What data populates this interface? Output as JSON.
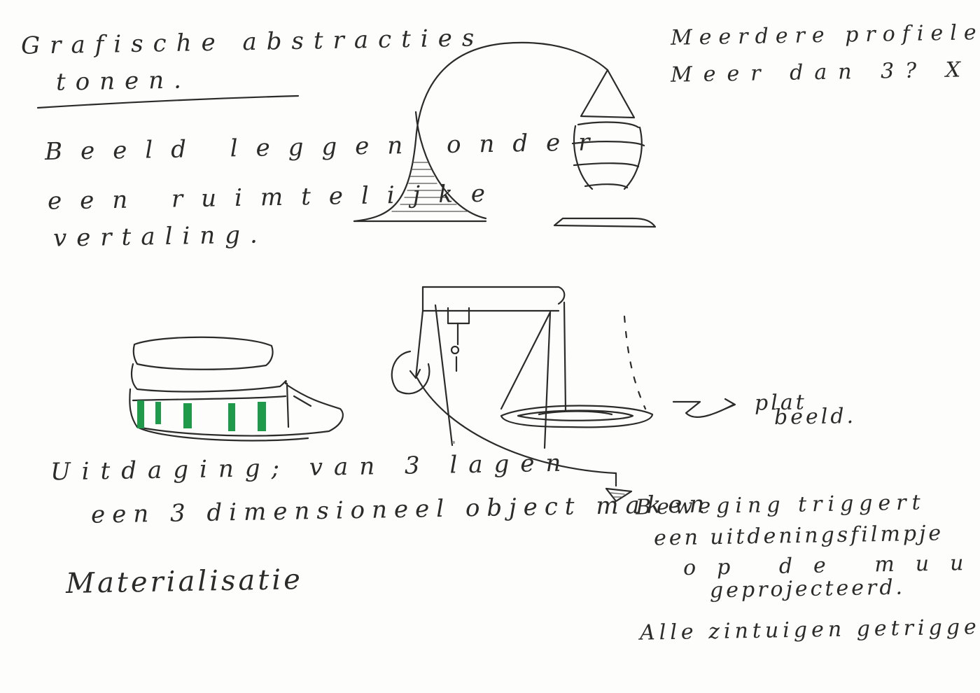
{
  "notes": {
    "top_left_line1": "Grafische abstracties",
    "top_left_line2": "tonen.",
    "beeld_line1": "Beeld leggen onder",
    "beeld_line2": "een ruimtelijke",
    "beeld_line3": "vertaling.",
    "top_right_line1": "Meerdere profielen? X",
    "top_right_line2": "Meer dan 3? X",
    "plat_beeld_line1": "plat",
    "plat_beeld_line2": "beeld.",
    "uitdaging_line1": "Uitdaging; van 3 lagen",
    "uitdaging_line2": "een 3 dimensioneel object maken",
    "materialisatie": "Materialisatie",
    "beweging_line1": "Beweging triggert",
    "beweging_line2": "een uitdeningsfilmpje",
    "beweging_line3": "op de muur",
    "beweging_line4": "geprojecteerd.",
    "alle_zintuigen": "Alle zintuigen getriggerd."
  },
  "colors": {
    "ink": "#2b2b2b",
    "accent_green": "#1f9a4a",
    "paper": "#fdfdfb"
  }
}
